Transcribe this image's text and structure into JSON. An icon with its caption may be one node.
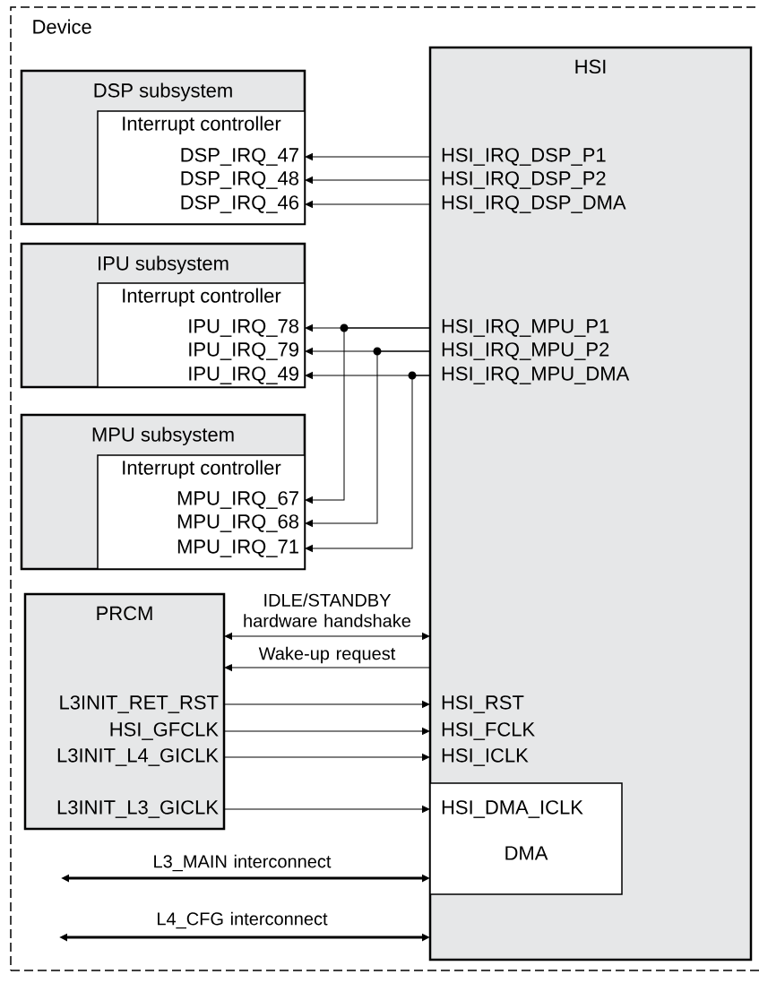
{
  "diagram": {
    "nodes": [
      {
        "text": [
          "Device"
        ]
      },
      {
        "text": [
          "DSP subsystem"
        ],
        "in": 0
      },
      {
        "text": [
          "Interrupt controller"
        ],
        "in": 1
      },
      {
        "text": [
          "DSP_IRQ_47"
        ],
        "in": 2
      },
      {
        "text": [
          "DSP_IRQ_48"
        ],
        "in": 2
      },
      {
        "text": [
          "DSP_IRQ_46"
        ],
        "in": 2
      },
      {
        "text": [
          "IPU subsystem"
        ],
        "in": 0
      },
      {
        "text": [
          "Interrupt controller"
        ],
        "in": 6
      },
      {
        "text": [
          "IPU_IRQ_78"
        ],
        "in": 7
      },
      {
        "text": [
          "IPU_IRQ_79"
        ],
        "in": 7
      },
      {
        "text": [
          "IPU_IRQ_49"
        ],
        "in": 7
      },
      {
        "text": [
          "MPU subsystem"
        ],
        "in": 0
      },
      {
        "text": [
          "Interrupt controller"
        ],
        "in": 11
      },
      {
        "text": [
          "MPU_IRQ_67"
        ],
        "in": 12
      },
      {
        "text": [
          "MPU_IRQ_68"
        ],
        "in": 12
      },
      {
        "text": [
          "MPU_IRQ_71"
        ],
        "in": 12
      },
      {
        "text": [
          "PRCM"
        ],
        "in": 0
      },
      {
        "text": [
          "L3INIT_RET_RST"
        ],
        "in": 16
      },
      {
        "text": [
          "HSI_GFCLK"
        ],
        "in": 16
      },
      {
        "text": [
          "L3INIT_L4_GICLK"
        ],
        "in": 16
      },
      {
        "text": [
          "L3INIT_L3_GICLK"
        ],
        "in": 16
      },
      {
        "text": [
          "HSI"
        ],
        "in": 0
      },
      {
        "text": [
          "HSI_IRQ_DSP_P1"
        ],
        "in": 21
      },
      {
        "text": [
          "HSI_IRQ_DSP_P2"
        ],
        "in": 21
      },
      {
        "text": [
          "HSI_IRQ_DSP_DMA"
        ],
        "in": 21
      },
      {
        "text": [
          "HSI_IRQ_MPU_P1"
        ],
        "in": 21
      },
      {
        "text": [
          "HSI_IRQ_MPU_P2"
        ],
        "in": 21
      },
      {
        "text": [
          "HSI_IRQ_MPU_DMA"
        ],
        "in": 21
      },
      {
        "text": [
          "HSI_RST"
        ],
        "in": 21
      },
      {
        "text": [
          "HSI_FCLK"
        ],
        "in": 21
      },
      {
        "text": [
          "HSI_ICLK"
        ],
        "in": 21
      },
      {
        "text": [
          "DMA"
        ],
        "in": 21
      },
      {
        "text": [
          "HSI_DMA_ICLK"
        ],
        "in": 31
      }
    ],
    "edges": [
      {
        "from": 22,
        "to": 3,
        "arrow": "to"
      },
      {
        "from": 23,
        "to": 4,
        "arrow": "to"
      },
      {
        "from": 24,
        "to": 5,
        "arrow": "to"
      },
      {
        "from": 25,
        "to": 8,
        "arrow": "to"
      },
      {
        "from": 25,
        "to": 13,
        "arrow": "to"
      },
      {
        "from": 26,
        "to": 9,
        "arrow": "to"
      },
      {
        "from": 26,
        "to": 14,
        "arrow": "to"
      },
      {
        "from": 27,
        "to": 10,
        "arrow": "to"
      },
      {
        "from": 27,
        "to": 15,
        "arrow": "to"
      },
      {
        "from": 16,
        "to": 21,
        "arrow": "both",
        "label": "IDLE/STANDBY hardware handshake"
      },
      {
        "from": 21,
        "to": 16,
        "arrow": "to",
        "label": "Wake-up request"
      },
      {
        "from": 17,
        "to": 28,
        "arrow": "to"
      },
      {
        "from": 18,
        "to": 29,
        "arrow": "to"
      },
      {
        "from": 19,
        "to": 30,
        "arrow": "to"
      },
      {
        "from": 20,
        "to": 32,
        "arrow": "to"
      },
      {
        "from": null,
        "to": 21,
        "arrow": "both",
        "style": "thick",
        "label": "L3_MAIN interconnect"
      },
      {
        "from": null,
        "to": 21,
        "arrow": "both",
        "style": "thick",
        "label": "L4_CFG interconnect"
      }
    ]
  }
}
